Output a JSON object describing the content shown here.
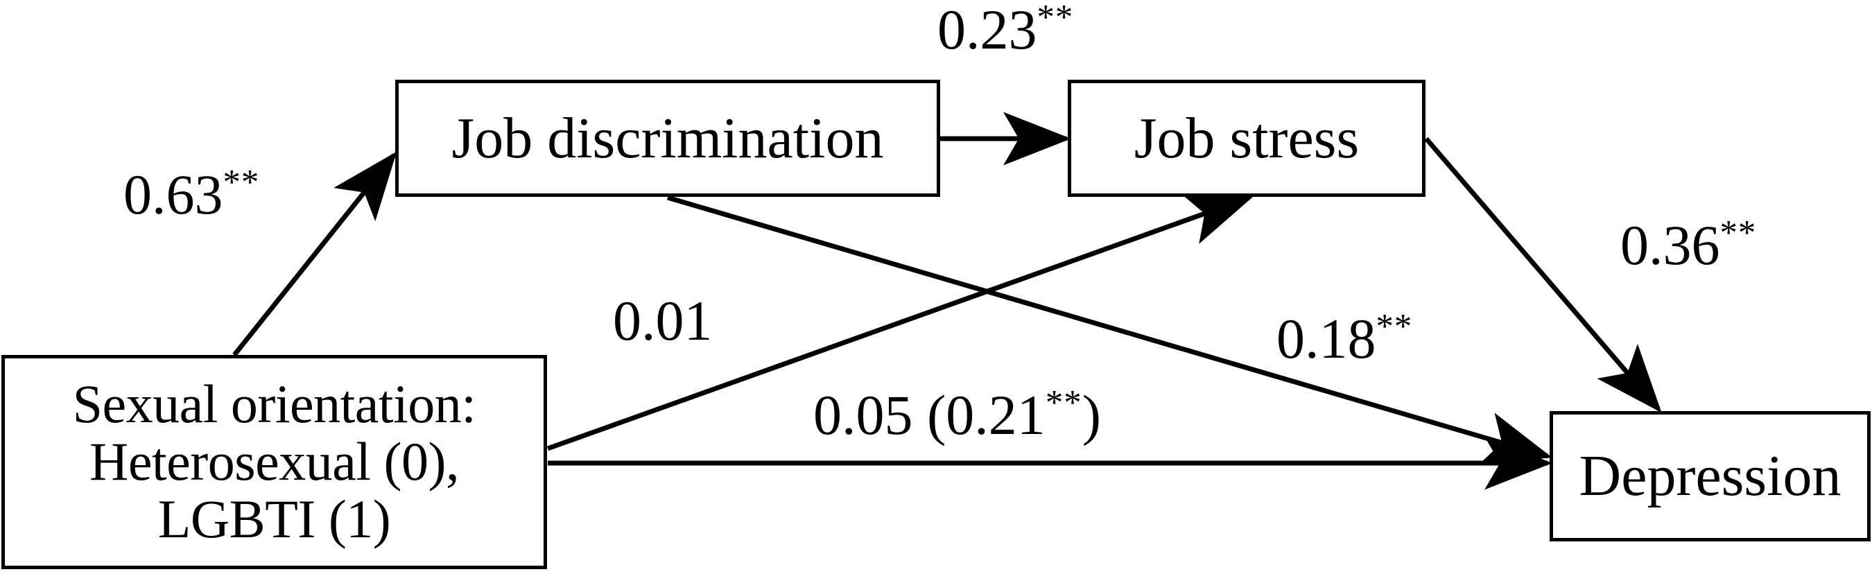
{
  "figure": {
    "type": "path-diagram",
    "title": "",
    "background_color": "#ffffff",
    "line_color": "#000000",
    "text_color": "#000000"
  },
  "nodes": [
    {
      "id": "job-discrimination",
      "label": "Job discrimination",
      "shape": "rectangle"
    },
    {
      "id": "job-stress",
      "label": "Job stress",
      "shape": "rectangle"
    },
    {
      "id": "sexual-orientation",
      "label": "Sexual orientation:\nHeterosexual (0),\nLGBTI (1)",
      "shape": "rectangle"
    },
    {
      "id": "depression",
      "label": "Depression",
      "shape": "rectangle"
    }
  ],
  "edges": [
    {
      "id": "so-to-jd",
      "from": "sexual-orientation",
      "to": "job-discrimination",
      "coefficient": "0.63",
      "significance": "**",
      "label": "0.63**"
    },
    {
      "id": "jd-to-js",
      "from": "job-discrimination",
      "to": "job-stress",
      "coefficient": "0.23",
      "significance": "**",
      "label": "0.23**"
    },
    {
      "id": "js-to-depression",
      "from": "job-stress",
      "to": "depression",
      "coefficient": "0.36",
      "significance": "**",
      "label": "0.36**"
    },
    {
      "id": "so-to-js",
      "from": "sexual-orientation",
      "to": "job-stress",
      "coefficient": "0.01",
      "significance": "",
      "label": "0.01"
    },
    {
      "id": "jd-to-depression",
      "from": "job-discrimination",
      "to": "depression",
      "coefficient": "0.18",
      "significance": "**",
      "label": "0.18**"
    },
    {
      "id": "so-to-depression",
      "from": "sexual-orientation",
      "to": "depression",
      "coefficient": "0.05",
      "significance": "",
      "secondary_coefficient": "0.21",
      "secondary_significance": "**",
      "label": "0.05 (0.21**)"
    }
  ],
  "labels": {
    "so_jd": {
      "value": "0.63",
      "stars": "**"
    },
    "jd_js": {
      "value": "0.23",
      "stars": "**"
    },
    "js_dep": {
      "value": "0.36",
      "stars": "**"
    },
    "so_js": {
      "value": "0.01",
      "stars": ""
    },
    "jd_dep": {
      "value": "0.18",
      "stars": "**"
    },
    "so_dep": {
      "value": "0.05 (0.21",
      "stars": "**",
      "tail": ")"
    }
  }
}
